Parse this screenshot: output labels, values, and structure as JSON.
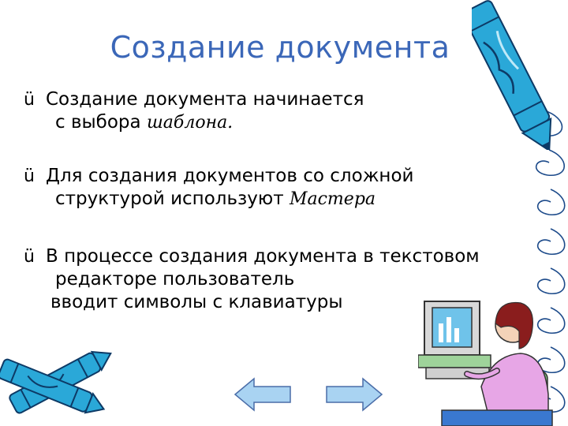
{
  "slide": {
    "title": "Создание документа",
    "bullets": [
      {
        "mark": "ü",
        "l1": "Создание документа начинается",
        "l2a": "с выбора ",
        "l2b": "шаблона."
      },
      {
        "mark": "ü",
        "l1": "Для создания документов со сложной",
        "l2a": "структурой используют ",
        "l2b": "Мастера"
      },
      {
        "mark": "ü",
        "l1": "В процессе создания документа в текстовом",
        "l2": "редакторе пользователь",
        "l3": "вводит символы с клавиатуры"
      }
    ]
  },
  "navigation": {
    "prev_icon": "left-arrow-icon",
    "next_icon": "right-arrow-icon"
  },
  "colors": {
    "title": "#3b67b8",
    "crayon": "#2aa8d8",
    "arrow_fill": "#a9d3f2"
  }
}
